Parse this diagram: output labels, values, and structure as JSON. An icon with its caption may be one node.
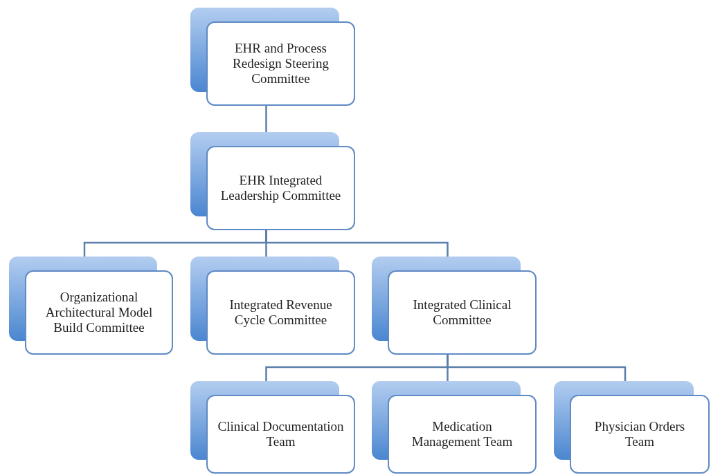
{
  "diagram": {
    "nodes": [
      {
        "text": [
          "EHR and Process Redesign Steering Committee"
        ]
      },
      {
        "text": [
          "EHR Integrated Leadership Committee"
        ]
      },
      {
        "text": [
          "Organizational Architectural Model Build Committee"
        ]
      },
      {
        "text": [
          "Integrated Revenue Cycle Committee"
        ]
      },
      {
        "text": [
          "Integrated Clinical Committee"
        ]
      },
      {
        "text": [
          "Clinical Documentation Team"
        ]
      },
      {
        "text": [
          "Medication Management Team"
        ]
      },
      {
        "text": [
          "Physician Orders Team"
        ]
      }
    ],
    "edges": [
      {
        "from": 0,
        "to": 1,
        "arrow": "none"
      },
      {
        "from": 1,
        "to": 2,
        "arrow": "none"
      },
      {
        "from": 1,
        "to": 3,
        "arrow": "none"
      },
      {
        "from": 1,
        "to": 4,
        "arrow": "none"
      },
      {
        "from": 4,
        "to": 5,
        "arrow": "none"
      },
      {
        "from": 4,
        "to": 6,
        "arrow": "none"
      },
      {
        "from": 4,
        "to": 7,
        "arrow": "none"
      }
    ]
  }
}
